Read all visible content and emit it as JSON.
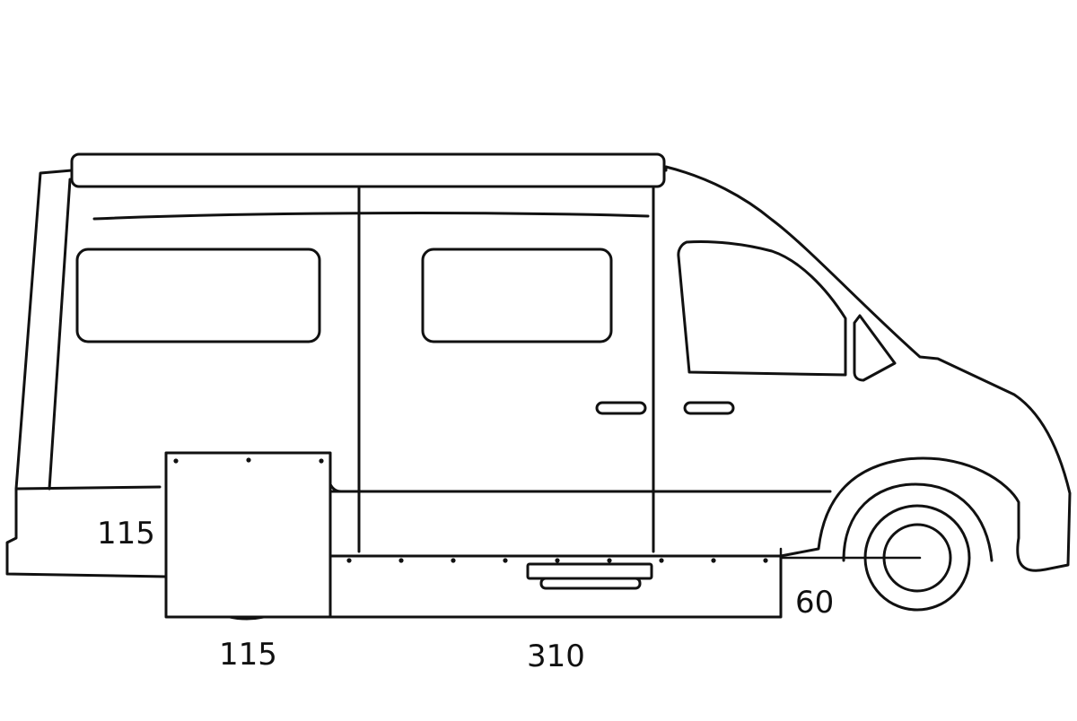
{
  "diagram": {
    "subject": "camper-van-side-view-with-underbody-storage-boxes",
    "line_color": "#111111",
    "background": "#ffffff"
  },
  "dimensions": {
    "rear_box_height": "115",
    "rear_box_width": "115",
    "side_box_length": "310",
    "side_box_height": "60"
  }
}
